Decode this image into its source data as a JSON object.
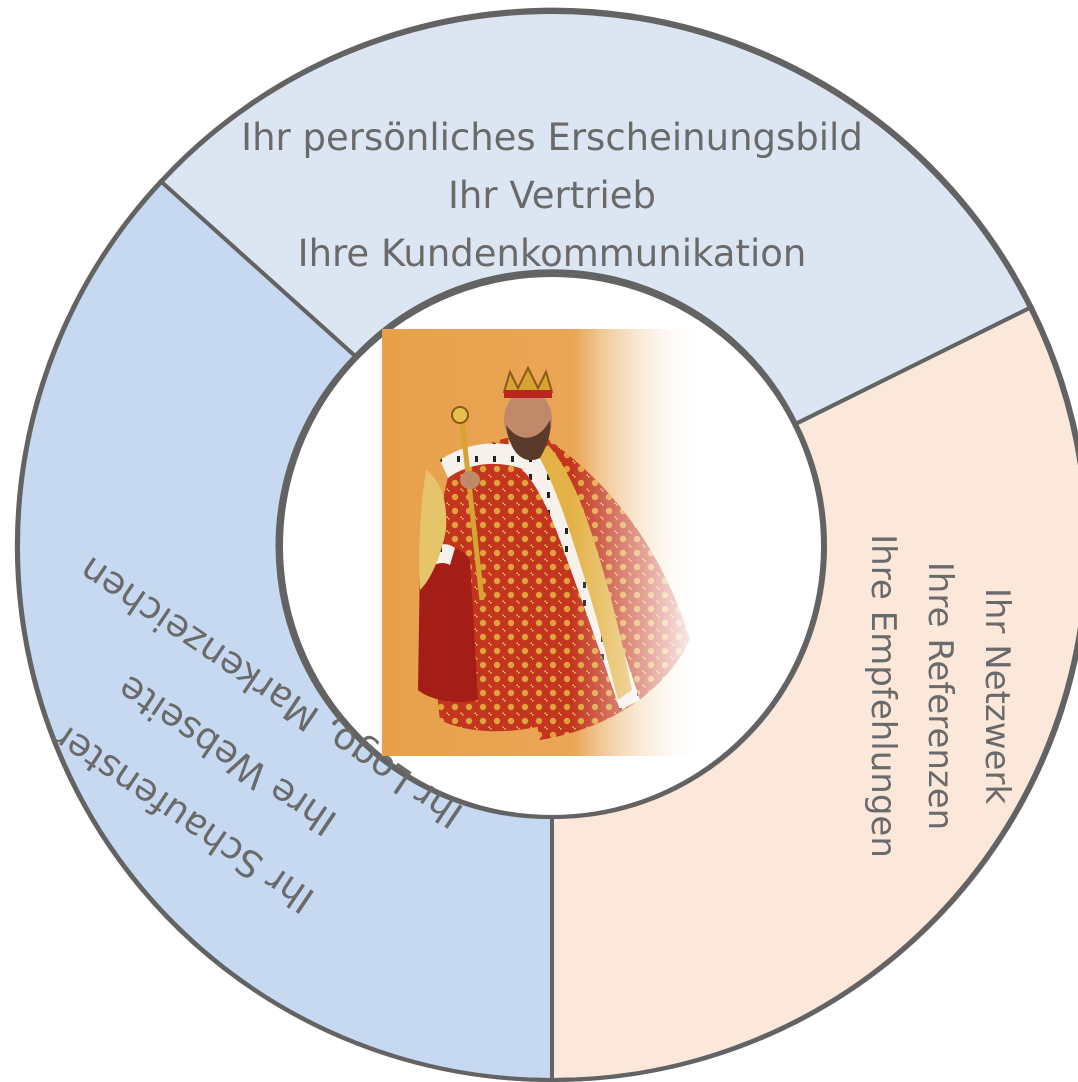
{
  "segments": {
    "top": {
      "lines": [
        "Ihr persönliches Erscheinungsbild",
        "Ihr Vertrieb",
        "Ihre Kundenkommunikation"
      ],
      "color": "#dce6f2"
    },
    "right": {
      "lines": [
        "Ihr Netzwerk",
        "Ihre Referenzen",
        "Ihre Empfehlungen"
      ],
      "color": "#fce8da"
    },
    "left": {
      "lines": [
        "Ihr Schaufenster",
        "Ihre Webseite",
        "Ihr Logo, Markenzeichen"
      ],
      "color": "#c6d9f1"
    }
  },
  "colors": {
    "outline": "#636363",
    "center_background": "#ffffff",
    "portrait_background": "#e8a04a",
    "robe_red": "#b8261e",
    "ermine": "#f6f1ea"
  },
  "center_image": "king-portrait"
}
